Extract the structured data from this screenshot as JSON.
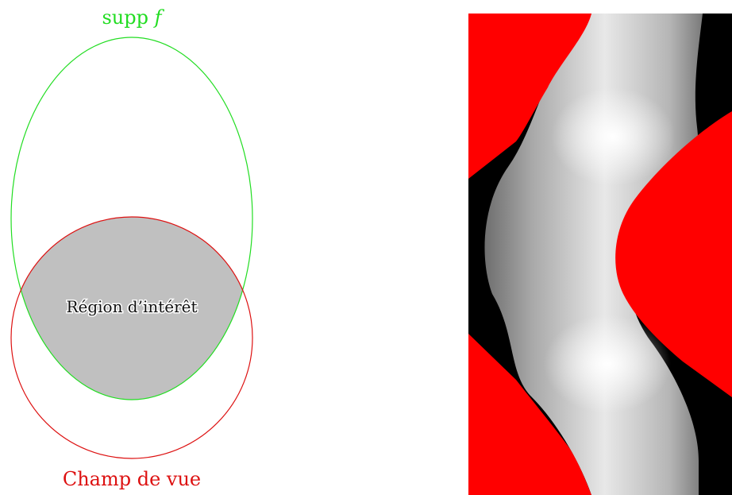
{
  "left_diagram": {
    "support_label": "supp f",
    "roi_label": "Région d’intérêt",
    "fov_label": "Champ de vue",
    "colors": {
      "support_outline": "#22dd22",
      "fov_outline": "#dd1111",
      "roi_fill": "#c0c0c0",
      "support_text": "#22dd22",
      "fov_text": "#dd1111",
      "roi_text": "#111111"
    }
  },
  "right_image": {
    "colors": {
      "red_region": "#ff0000",
      "background": "#000000",
      "object_light": "#ffffff",
      "object_dark": "#6e6e6e"
    }
  }
}
